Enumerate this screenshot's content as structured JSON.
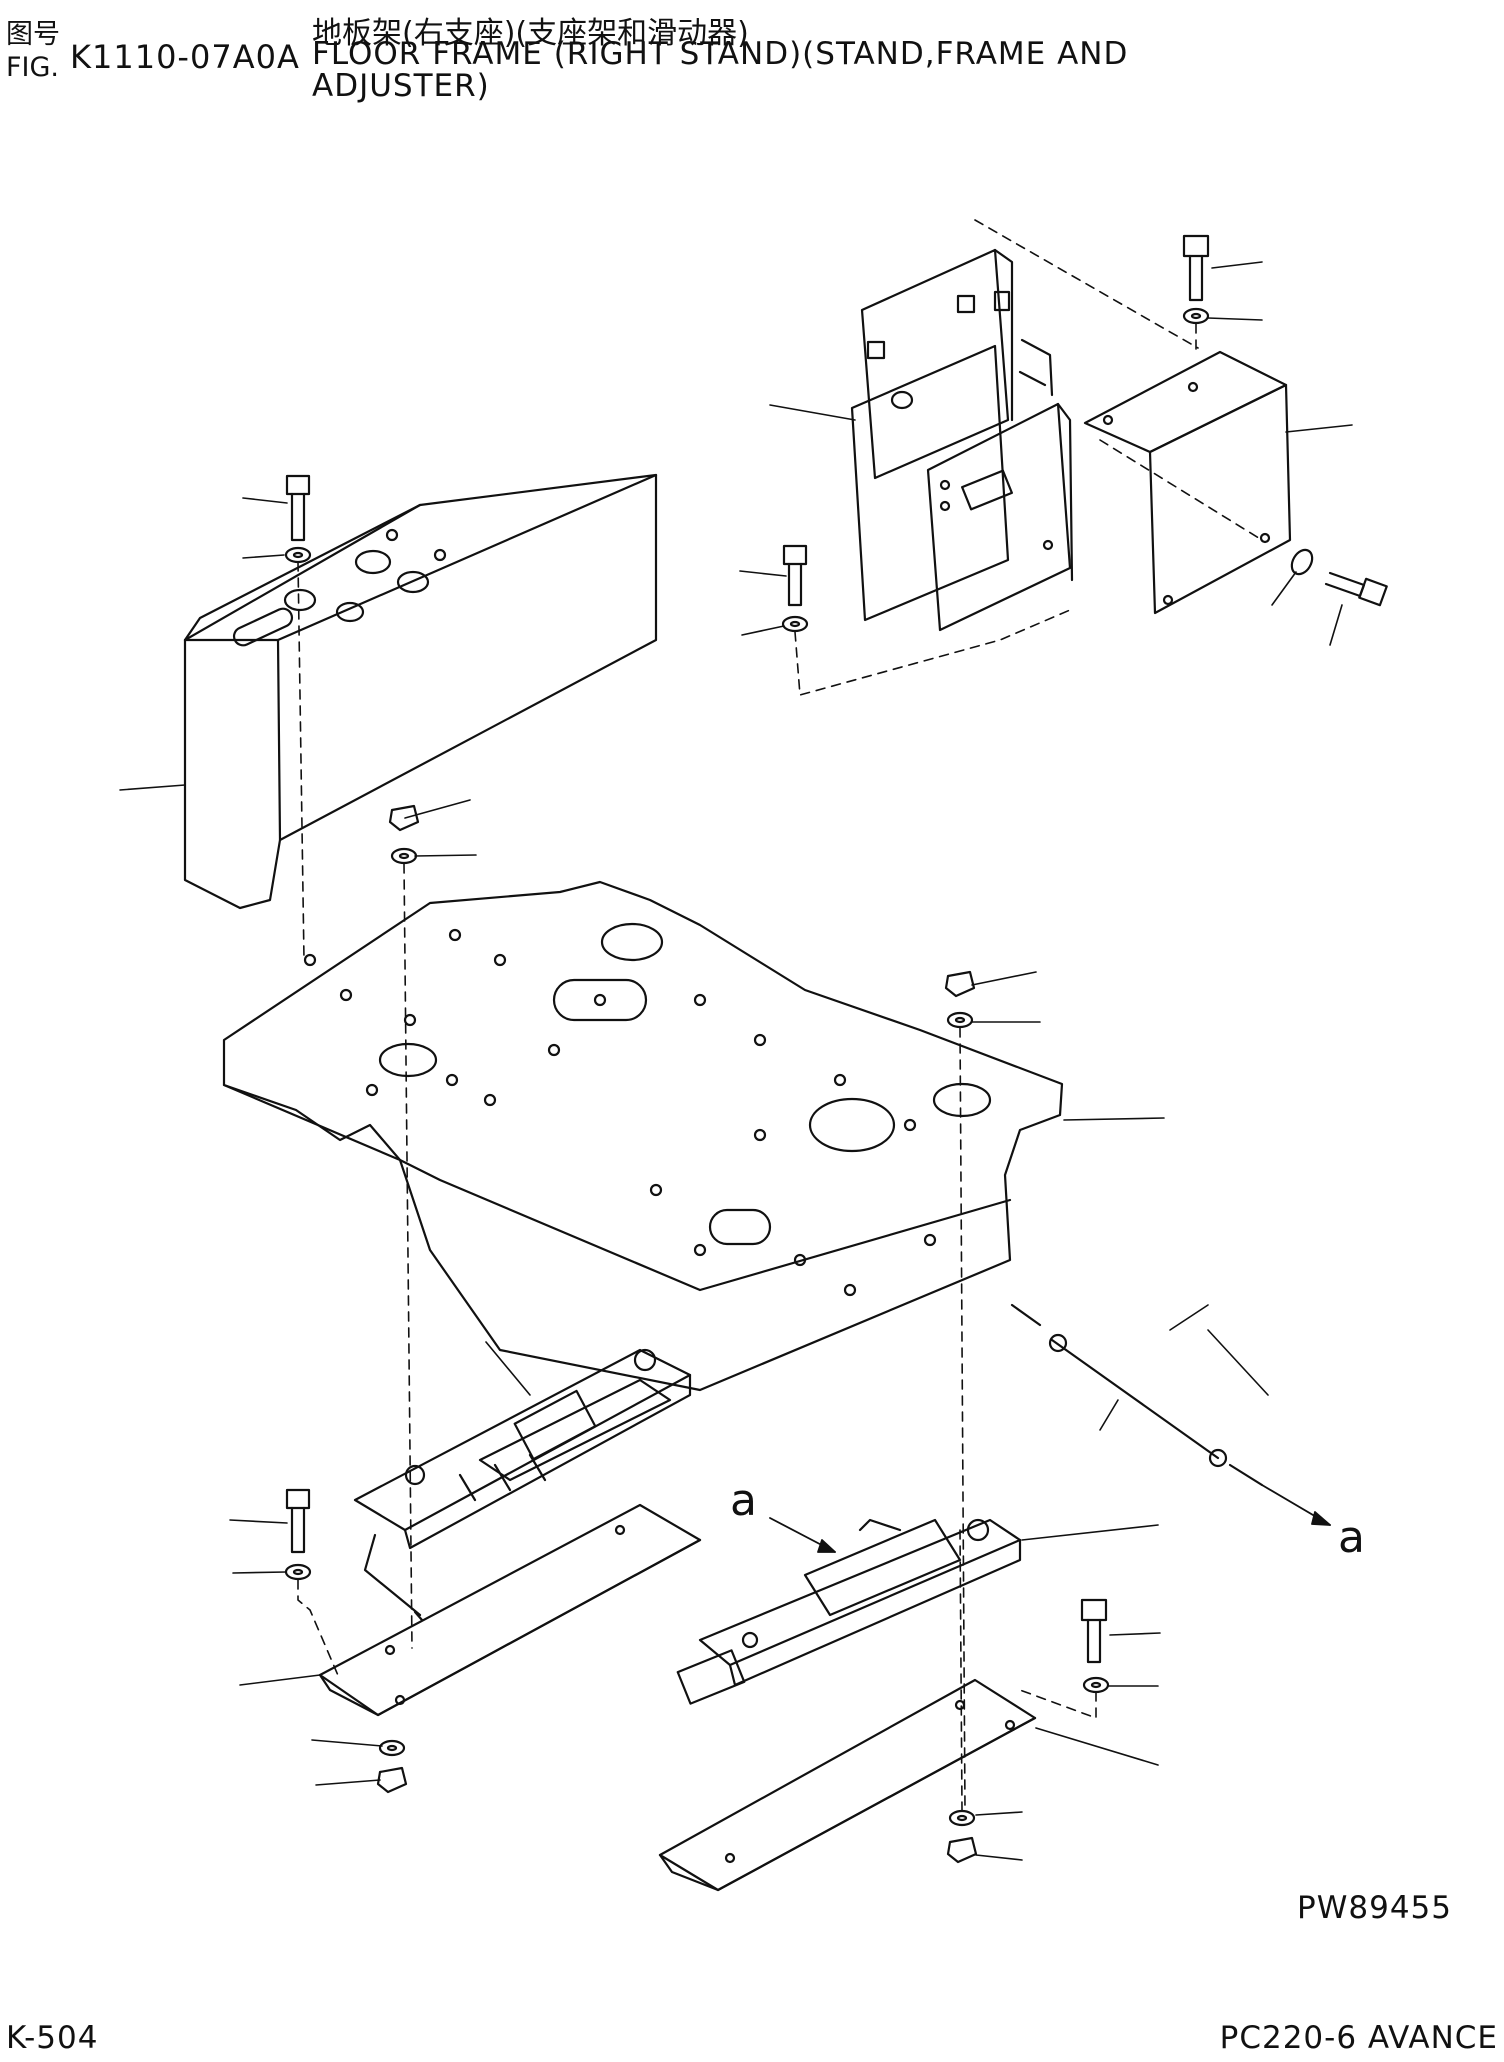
{
  "header": {
    "fig_cn_label": "图号",
    "fig_en_label": "FIG.",
    "fig_number": "K1110-07A0A",
    "title_cn": "地板架(右支座)(支座架和滑动器)",
    "title_en_line1": "FLOOR FRAME (RIGHT STAND)(STAND,FRAME AND",
    "title_en_line2": "ADJUSTER)"
  },
  "diagram": {
    "drawing_code": "PW89455",
    "callout_left": "a",
    "callout_right": "a"
  },
  "footer": {
    "page_code": "K-504",
    "model": "PC220-6 AVANCE"
  }
}
